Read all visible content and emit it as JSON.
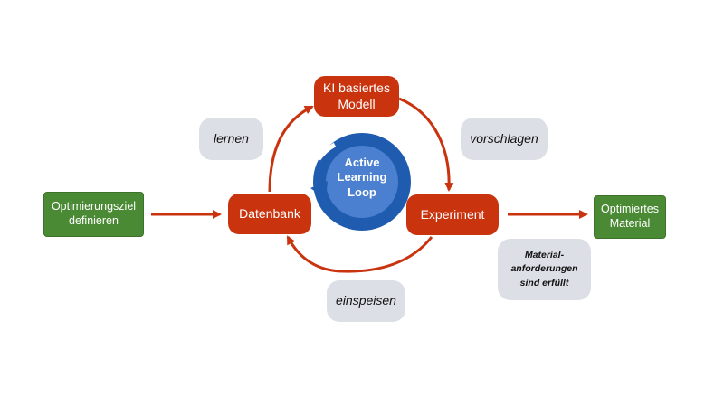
{
  "nodes": {
    "goal": [
      "Optimierungsziel",
      "definieren"
    ],
    "database": "Datenbank",
    "model": [
      "KI basiertes",
      "Modell"
    ],
    "experiment": "Experiment",
    "result": [
      "Optimiertes",
      "Material"
    ]
  },
  "labels": {
    "learn": "lernen",
    "suggest": "vorschlagen",
    "feed": "einspeisen",
    "requirements": [
      "Material-",
      "anforderungen",
      "sind erfüllt"
    ]
  },
  "center": [
    "Active",
    "Learning",
    "Loop"
  ],
  "colors": {
    "red": "#c9330e",
    "green": "#4a8a34",
    "gray": "#dcdfe6",
    "blue_outer": "#1f5cb0",
    "blue_inner": "#4a80cf"
  }
}
